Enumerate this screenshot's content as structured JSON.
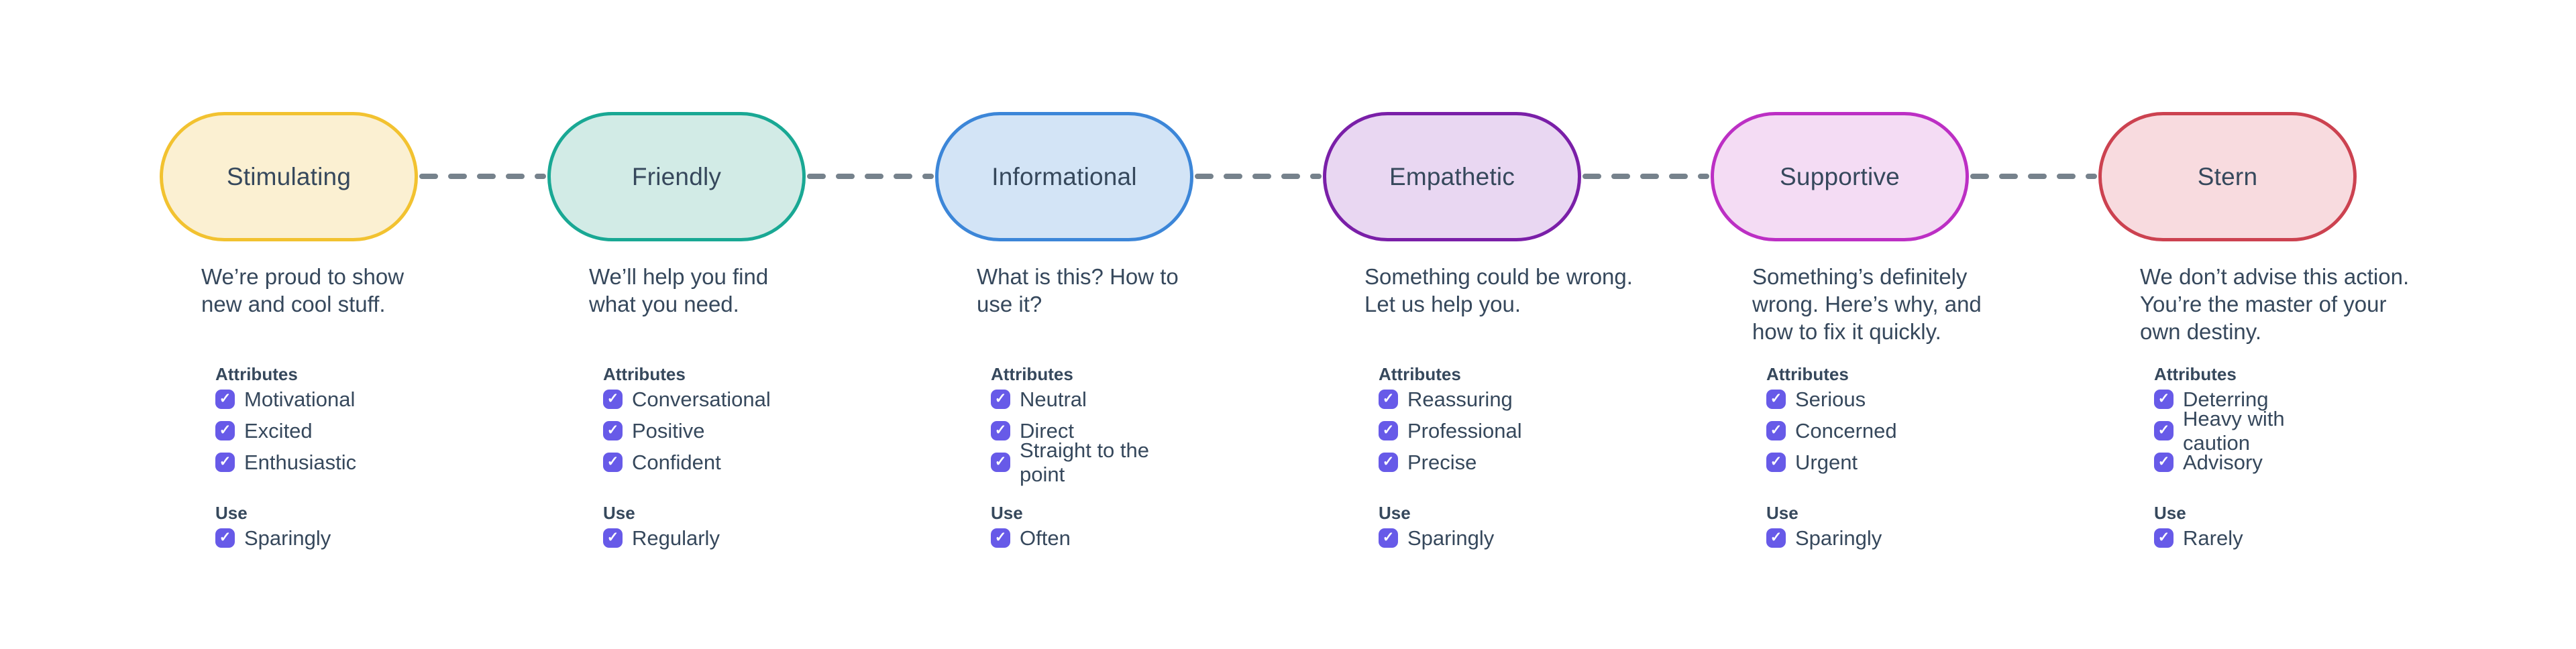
{
  "labels": {
    "attributes": "Attributes",
    "use": "Use"
  },
  "checkbox": {
    "color": "#675AE8",
    "check": "✓",
    "checked": true
  },
  "connector": {
    "color": "#76828C",
    "style": "dashed"
  },
  "tones": [
    {
      "name": "Stimulating",
      "pill": {
        "border": "#F2C230",
        "background": "#FBF0D2"
      },
      "description": "We’re proud to show\nnew and cool stuff.",
      "attributes": [
        "Motivational",
        "Excited",
        "Enthusiastic"
      ],
      "use": "Sparingly"
    },
    {
      "name": "Friendly",
      "pill": {
        "border": "#19A894",
        "background": "#D2EBE6"
      },
      "description": "We’ll help you find\nwhat you need.",
      "attributes": [
        "Conversational",
        "Positive",
        "Confident"
      ],
      "use": "Regularly"
    },
    {
      "name": "Informational",
      "pill": {
        "border": "#3C86D8",
        "background": "#D3E4F6"
      },
      "description": "What is this? How to\nuse it?",
      "attributes": [
        "Neutral",
        "Direct",
        "Straight to the point"
      ],
      "use": "Often"
    },
    {
      "name": "Empathetic",
      "pill": {
        "border": "#7A1FA8",
        "background": "#E9D7F2"
      },
      "description": "Something could be wrong.\nLet us help you.",
      "attributes": [
        "Reassuring",
        "Professional",
        "Precise"
      ],
      "use": "Sparingly"
    },
    {
      "name": "Supportive",
      "pill": {
        "border": "#BC2FC4",
        "background": "#F4DCF4"
      },
      "description": "Something’s definitely\nwrong. Here’s why, and\nhow to fix it quickly.",
      "attributes": [
        "Serious",
        "Concerned",
        "Urgent"
      ],
      "use": "Sparingly"
    },
    {
      "name": "Stern",
      "pill": {
        "border": "#CC4250",
        "background": "#F8DBDF"
      },
      "description": "We don’t advise this action.\nYou’re the master of your\nown destiny.",
      "attributes": [
        "Deterring",
        "Heavy with caution",
        "Advisory"
      ],
      "use": "Rarely"
    }
  ]
}
